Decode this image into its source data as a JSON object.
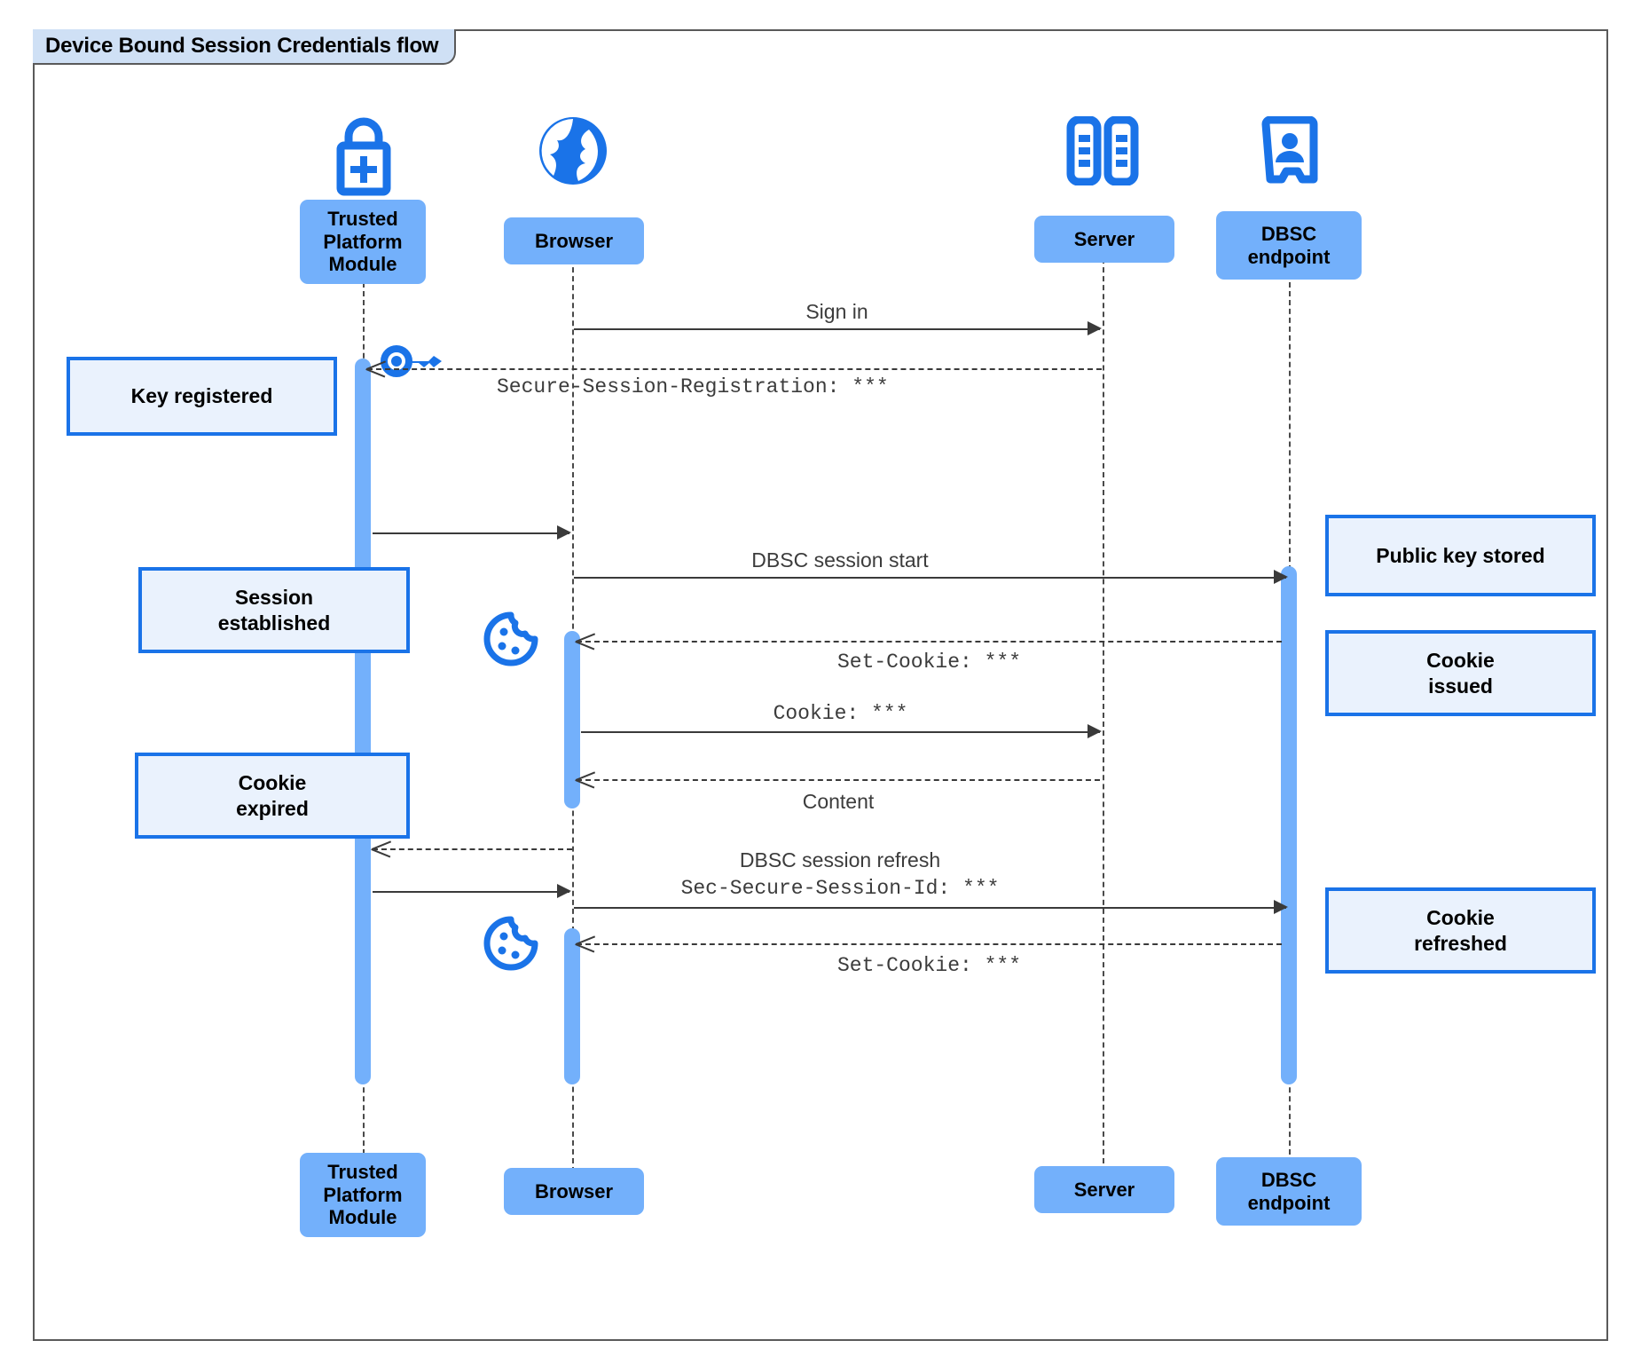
{
  "frame": {
    "title": "Device Bound Session Credentials flow"
  },
  "colors": {
    "actor_fill": "#73b0fb",
    "note_fill": "#eaf2fd",
    "note_border": "#1a73e8",
    "icon_blue": "#1a73e8",
    "line": "#3a3a3a",
    "frame_border": "#5a5a5a",
    "title_fill": "#cfe0f5"
  },
  "participants": [
    {
      "id": "tpm",
      "label": "Trusted\nPlatform\nModule",
      "icon": "lock-plus-icon"
    },
    {
      "id": "browser",
      "label": "Browser",
      "icon": "globe-icon"
    },
    {
      "id": "server",
      "label": "Server",
      "icon": "server-rack-icon"
    },
    {
      "id": "dbsc",
      "label": "DBSC\nendpoint",
      "icon": "id-badge-icon"
    }
  ],
  "messages": [
    {
      "id": "m1",
      "from": "browser",
      "to": "server",
      "style": "solid",
      "label": "Sign in",
      "font": "sans"
    },
    {
      "id": "m2",
      "from": "server",
      "to": "tpm",
      "style": "dashed",
      "label": "Secure-Session-Registration: ***",
      "font": "mono"
    },
    {
      "id": "m3",
      "from": "tpm",
      "to": "browser",
      "style": "solid",
      "label": "",
      "font": "sans"
    },
    {
      "id": "m4",
      "from": "browser",
      "to": "dbsc",
      "style": "solid",
      "label": "DBSC session start",
      "font": "sans"
    },
    {
      "id": "m5",
      "from": "dbsc",
      "to": "browser",
      "style": "dashed",
      "label": "Set-Cookie: ***",
      "font": "mono"
    },
    {
      "id": "m6",
      "from": "browser",
      "to": "server",
      "style": "solid",
      "label": "Cookie: ***",
      "font": "mono"
    },
    {
      "id": "m7",
      "from": "server",
      "to": "browser",
      "style": "dashed",
      "label": "Content",
      "font": "sans"
    },
    {
      "id": "m8",
      "from": "browser",
      "to": "tpm",
      "style": "dashed",
      "label": "",
      "font": "sans"
    },
    {
      "id": "m9",
      "from": "tpm",
      "to": "browser",
      "style": "solid",
      "label": "",
      "font": "sans"
    },
    {
      "id": "m10",
      "from": "browser",
      "to": "dbsc",
      "style": "solid",
      "label_line1": "DBSC session refresh",
      "label_line2": "Sec-Secure-Session-Id: ***"
    },
    {
      "id": "m11",
      "from": "dbsc",
      "to": "browser",
      "style": "dashed",
      "label": "Set-Cookie: ***",
      "font": "mono"
    }
  ],
  "notes": [
    {
      "id": "n1",
      "side": "left",
      "text": "Key registered",
      "near": "tpm"
    },
    {
      "id": "n2",
      "side": "left",
      "text": "Session\nestablished",
      "near": "tpm"
    },
    {
      "id": "n3",
      "side": "left",
      "text": "Cookie\nexpired",
      "near": "tpm"
    },
    {
      "id": "n4",
      "side": "right",
      "text": "Public key stored",
      "near": "dbsc"
    },
    {
      "id": "n5",
      "side": "right",
      "text": "Cookie\nissued",
      "near": "dbsc"
    },
    {
      "id": "n6",
      "side": "right",
      "text": "Cookie\nrefreshed",
      "near": "dbsc"
    }
  ],
  "inline_icons": [
    {
      "id": "key1",
      "name": "key-icon",
      "on": "tpm"
    },
    {
      "id": "cookie1",
      "name": "cookie-icon",
      "on": "browser"
    },
    {
      "id": "cookie2",
      "name": "cookie-icon",
      "on": "browser"
    }
  ]
}
